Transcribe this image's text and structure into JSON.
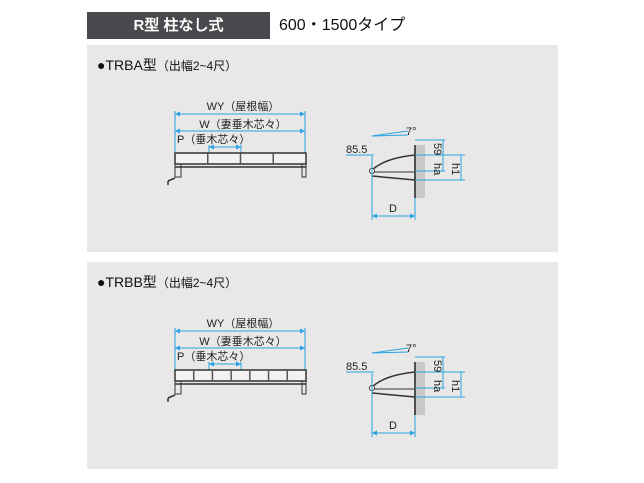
{
  "header": {
    "title": "R型 柱なし式",
    "subtitle": "600・1500タイプ"
  },
  "panels": [
    {
      "bullet": "●",
      "title": "TRBA型",
      "note": "（出幅2~4尺）",
      "bays": 4,
      "labels": {
        "wy": "WY（屋根幅）",
        "w": "W（妻垂木芯々）",
        "p": "P（垂木芯々）",
        "angle": "7°",
        "offset": "85.5",
        "d": "D",
        "h59": "59",
        "ha": "ha",
        "h1": "h1"
      }
    },
    {
      "bullet": "●",
      "title": "TRBB型",
      "note": "（出幅2~4尺）",
      "bays": 7,
      "labels": {
        "wy": "WY（屋根幅）",
        "w": "W（妻垂木芯々）",
        "p": "P（垂木芯々）",
        "angle": "7°",
        "offset": "85.5",
        "d": "D",
        "h59": "59",
        "ha": "ha",
        "h1": "h1"
      }
    }
  ],
  "colors": {
    "dimension": "#29a3e0",
    "header_bg": "#4a4a4e",
    "panel_bg": "#e8e8e8"
  }
}
